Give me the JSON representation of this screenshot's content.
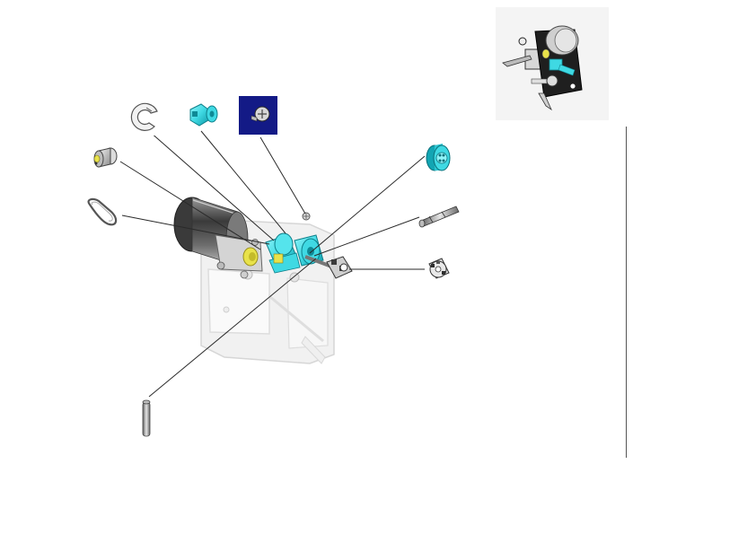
{
  "figure": {
    "type": "exploded-parts-diagram",
    "labels": [],
    "colors": {
      "highlight_cyan": "#3fd9e3",
      "cyan_shade": "#12a5b3",
      "yellow_part": "#e8e24a",
      "selected_part_bg": "#131a86",
      "motor_dark": "#5a5a5a",
      "leader_lines": "#2a2a2a",
      "frame_light": "#ececec"
    },
    "parts": [
      {
        "id": "e-ring-clip",
        "icon": "e-ring-icon"
      },
      {
        "id": "cyan-gear-small",
        "icon": "gear-icon"
      },
      {
        "id": "screw-selected",
        "icon": "screw-icon"
      },
      {
        "id": "bushing",
        "icon": "bushing-icon"
      },
      {
        "id": "drive-belt",
        "icon": "belt-icon"
      },
      {
        "id": "cyan-pulley",
        "icon": "pulley-icon"
      },
      {
        "id": "shaft-pin",
        "icon": "pin-icon"
      },
      {
        "id": "coupling",
        "icon": "coupling-icon"
      },
      {
        "id": "long-shaft",
        "icon": "rod-icon"
      },
      {
        "id": "motor-assembly",
        "icon": "motor-icon"
      },
      {
        "id": "mounting-bracket",
        "icon": "bracket-icon"
      },
      {
        "id": "overview-inset",
        "icon": "assembly-overview-icon"
      }
    ]
  }
}
